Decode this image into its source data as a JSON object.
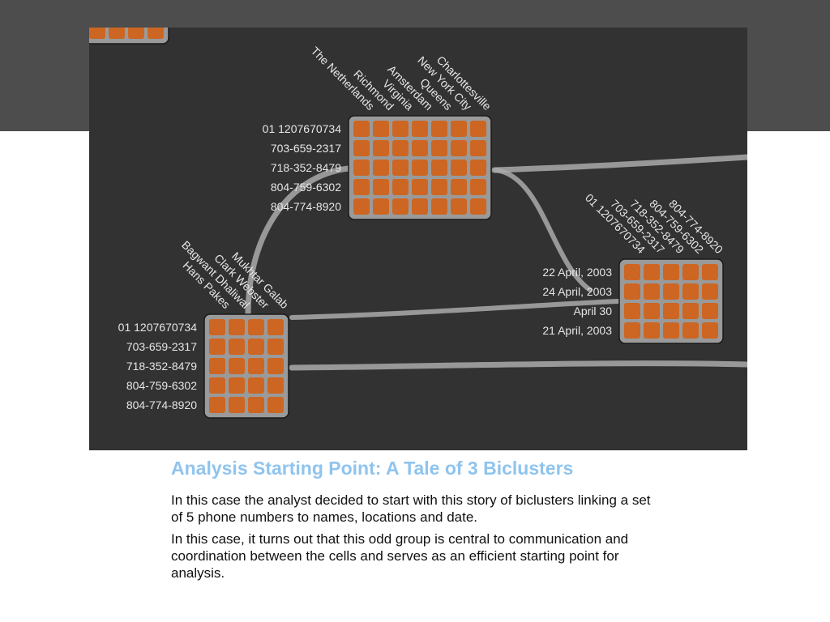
{
  "slide": {
    "title": "Analysis Starting Point: A Tale of 3 Biclusters",
    "paragraphs": [
      "In this case the analyst decided to start with this story of biclusters linking a set of 5 phone numbers to names, locations and date.",
      "In this case, it turns out that this odd group is central to communication and coordination between the cells and serves as an efficient starting point for analysis."
    ]
  },
  "colors": {
    "top_band": "#4d4d4d",
    "canvas": "#323232",
    "cluster_box": "#9a9a9a",
    "cell": "#cc6622",
    "edge": "#aaaaaa",
    "label": "#e6e6e6",
    "title": "#8fc4ee"
  },
  "biclusters": [
    {
      "id": "phones-locations",
      "row_labels": [
        "01 1207670734",
        "703-659-2317",
        "718-352-8479",
        "804-759-6302",
        "804-774-8920"
      ],
      "column_labels": [
        "The Netherlands",
        "Richmond",
        "Virginia",
        "Amsterdam",
        "Queens",
        "New York City",
        "Charlottesville"
      ],
      "rows": 5,
      "cols": 7
    },
    {
      "id": "phones-names",
      "row_labels": [
        "01 1207670734",
        "703-659-2317",
        "718-352-8479",
        "804-759-6302",
        "804-774-8920"
      ],
      "column_labels": [
        "Hans Pakes",
        "Bagwant Dhaliwal",
        "Clark Webster",
        "Mukhtar Galab"
      ],
      "rows": 5,
      "cols": 4
    },
    {
      "id": "dates-phones",
      "row_labels": [
        "22 April, 2003",
        "24 April, 2003",
        "April 30",
        "21 April, 2003"
      ],
      "column_labels": [
        "01 1207670734",
        "703-659-2317",
        "718-352-8479",
        "804-759-6302",
        "804-774-8920"
      ],
      "rows": 4,
      "cols": 5
    },
    {
      "id": "partial-top-left",
      "row_labels": [],
      "column_labels": [],
      "rows": 1,
      "cols": 4
    }
  ]
}
